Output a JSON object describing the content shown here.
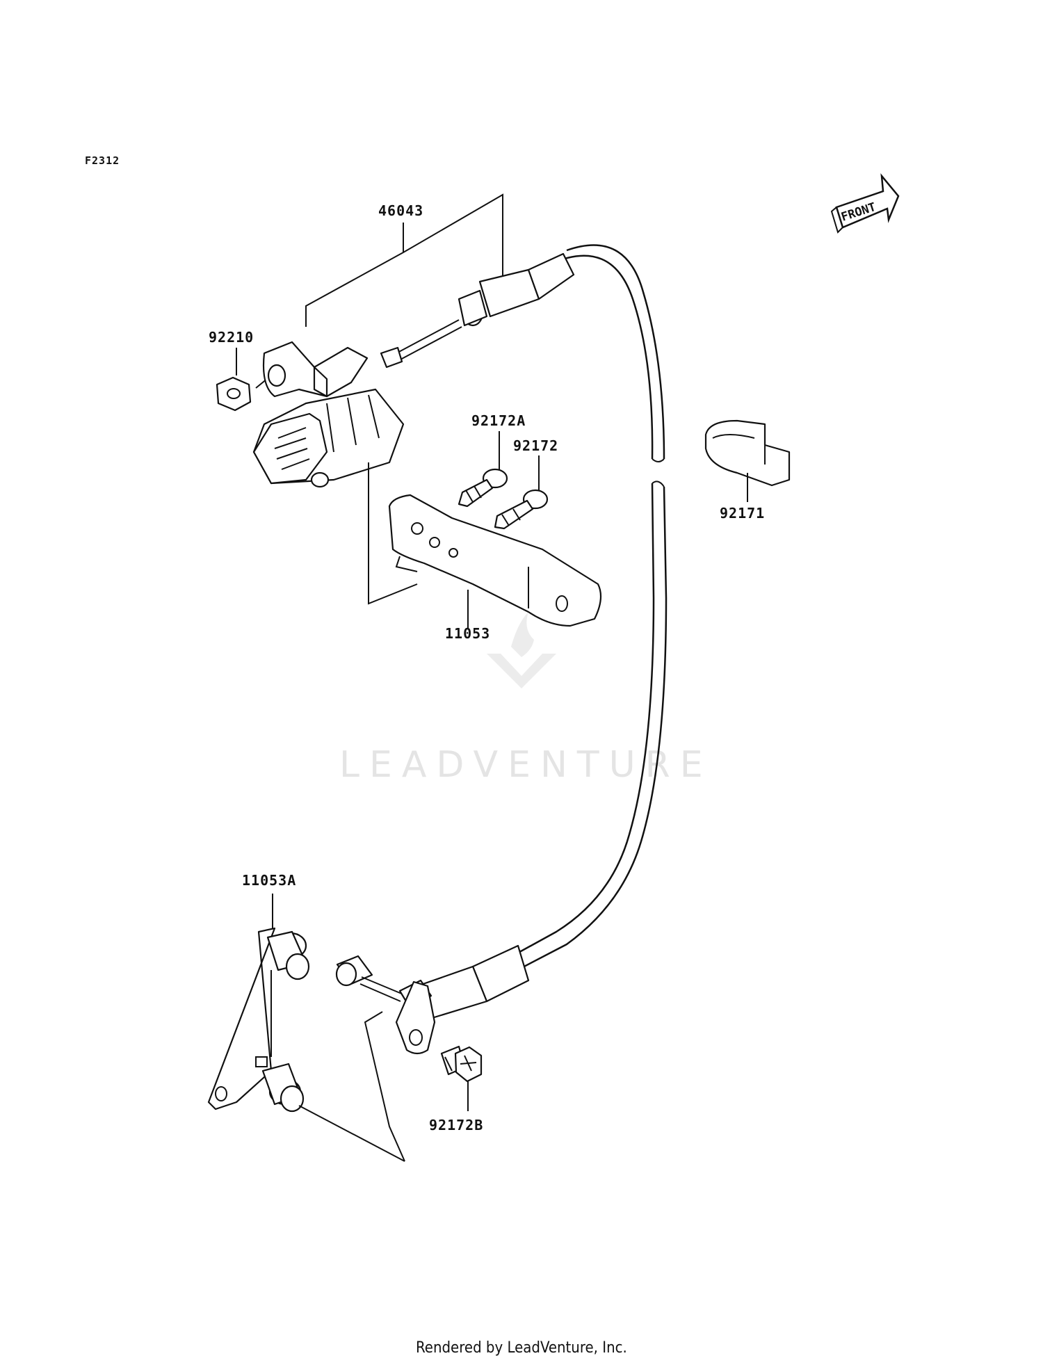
{
  "diagram_code": "F2312",
  "front_label": "FRONT",
  "watermark": "LEADVENTURE",
  "footer": "Rendered by LeadVenture, Inc.",
  "parts": {
    "p46043": "46043",
    "p92210": "92210",
    "p92172A": "92172A",
    "p92172": "92172",
    "p92171": "92171",
    "p11053": "11053",
    "p11053A": "11053A",
    "p92172B": "92172B"
  }
}
